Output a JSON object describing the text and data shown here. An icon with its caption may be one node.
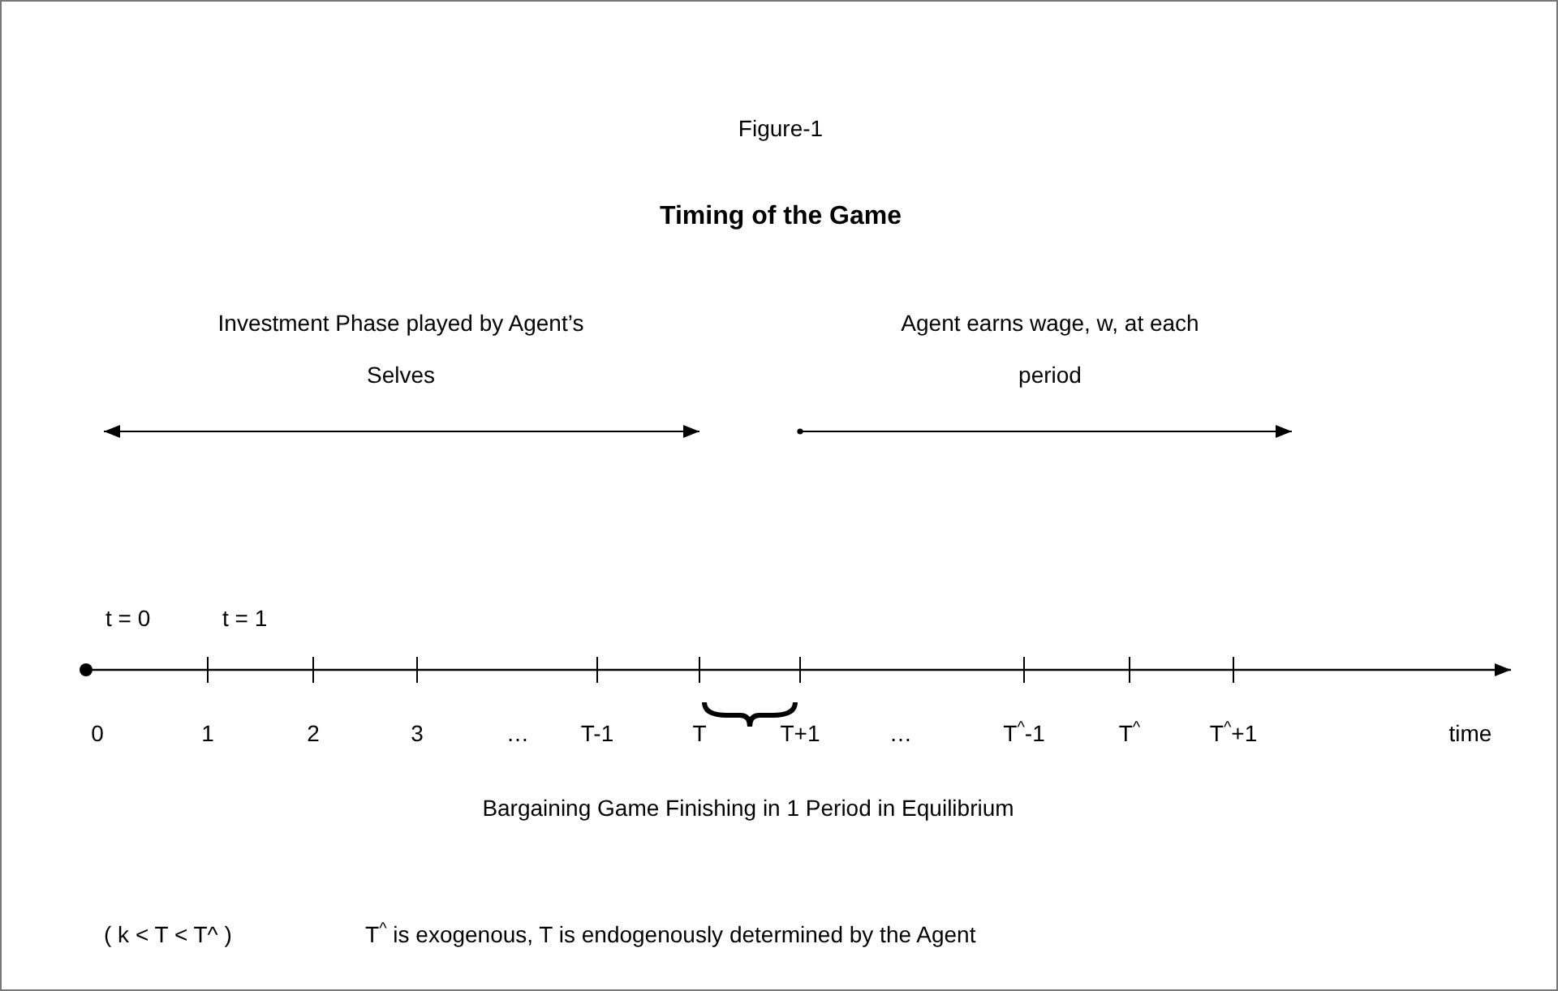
{
  "diagram": {
    "title": "Timing of the Game",
    "labels": [
      "Figure-1",
      "Investment Phase played by Agent’s Selves",
      "Agent earns wage, w, at each period",
      "t = 0",
      "t = 1",
      "0",
      "1",
      "2",
      "3",
      "…",
      "T-1",
      "T",
      "T+1",
      "…",
      "T$^{^}$-1",
      "T$^{^}$",
      "T$^{^}$+1",
      "time",
      "Bargaining Game Finishing in 1 Period in Equilibrium",
      "( k < T < T^ )",
      "T$^{^}$ is exogenous, T is endogenously determined by the Agent"
    ]
  }
}
